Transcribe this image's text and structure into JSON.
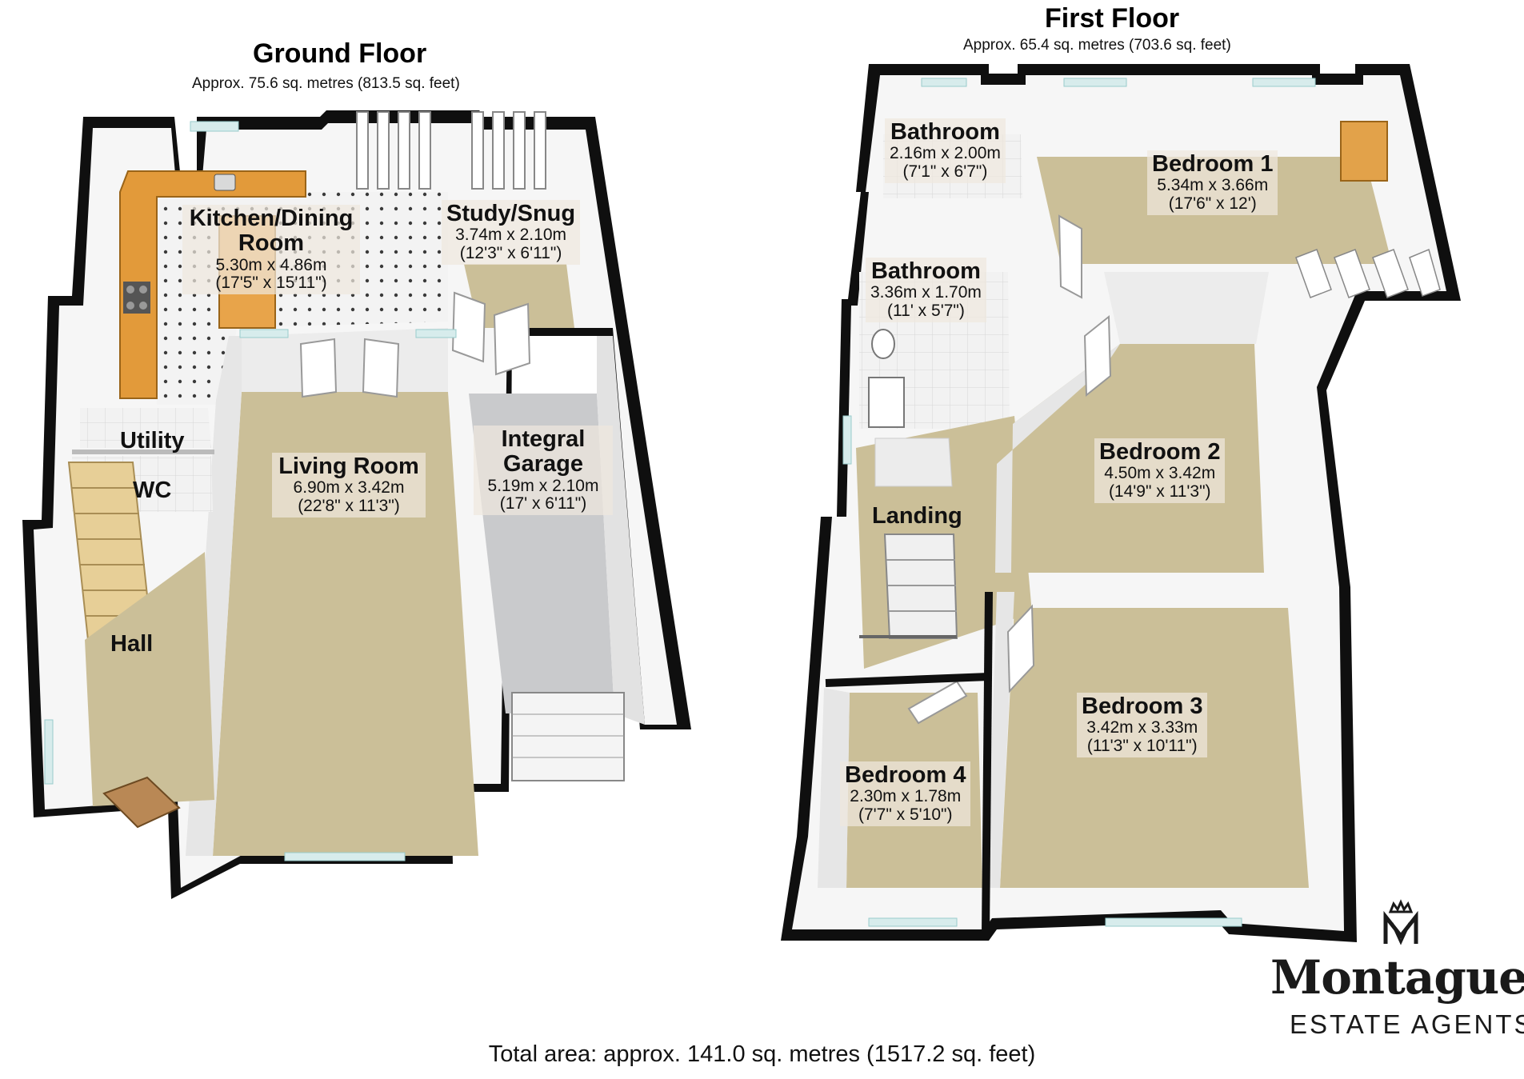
{
  "ground_floor": {
    "title": "Ground Floor",
    "area": "Approx. 75.6 sq. metres (813.5 sq. feet)",
    "rooms": [
      {
        "name": "Kitchen/Dining Room",
        "dims": "5.30m x 4.86m",
        "imperial": "(17'5\" x 15'11\")"
      },
      {
        "name": "Study/Snug",
        "dims": "3.74m x 2.10m",
        "imperial": "(12'3\" x 6'11\")"
      },
      {
        "name": "Utility",
        "dims": "",
        "imperial": ""
      },
      {
        "name": "WC",
        "dims": "",
        "imperial": ""
      },
      {
        "name": "Living Room",
        "dims": "6.90m x 3.42m",
        "imperial": "(22'8\" x 11'3\")"
      },
      {
        "name": "Integral Garage",
        "dims": "5.19m x 2.10m",
        "imperial": "(17' x 6'11\")"
      },
      {
        "name": "Hall",
        "dims": "",
        "imperial": ""
      }
    ]
  },
  "first_floor": {
    "title": "First Floor",
    "area": "Approx. 65.4 sq. metres (703.6 sq. feet)",
    "rooms": [
      {
        "name": "Bathroom",
        "dims": "2.16m x 2.00m",
        "imperial": "(7'1\" x 6'7\")"
      },
      {
        "name": "Bedroom 1",
        "dims": "5.34m x 3.66m",
        "imperial": "(17'6\" x 12')"
      },
      {
        "name": "Bathroom",
        "dims": "3.36m x 1.70m",
        "imperial": "(11' x 5'7\")"
      },
      {
        "name": "Bedroom 2",
        "dims": "4.50m x 3.42m",
        "imperial": "(14'9\" x 11'3\")"
      },
      {
        "name": "Landing",
        "dims": "",
        "imperial": ""
      },
      {
        "name": "Bedroom 3",
        "dims": "3.42m x 3.33m",
        "imperial": "(11'3\" x 10'11\")"
      },
      {
        "name": "Bedroom 4",
        "dims": "2.30m x 1.78m",
        "imperial": "(7'7\" x 5'10\")"
      }
    ]
  },
  "total_area": "Total area: approx. 141.0 sq. metres (1517.2 sq. feet)",
  "brand": {
    "name": "Montagues",
    "tagline": "ESTATE AGENTS",
    "logo_icon": "crowned-m-logo-icon"
  },
  "colors": {
    "wall": "#0d0d0d",
    "carpet": "#cbbf98",
    "tile": "#efefef",
    "garage_floor": "#c9cacc",
    "worktop": "#e29a3a",
    "inner_wall": "#f4f4f4",
    "window": "#d8ecec"
  }
}
